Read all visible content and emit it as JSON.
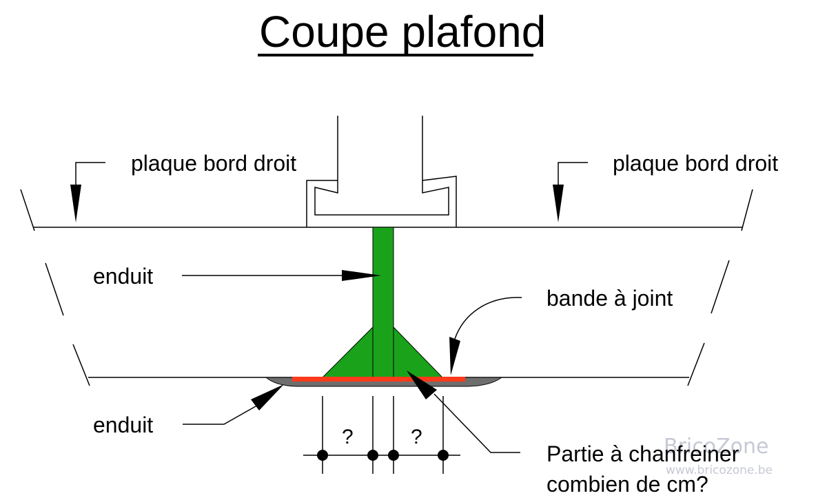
{
  "title": "Coupe plafond",
  "labels": {
    "plaque_left": "plaque bord droit",
    "plaque_right": "plaque bord droit",
    "enduit_top": "enduit",
    "bande": "bande à joint",
    "enduit_bottom": "enduit",
    "partie_line1": "Partie à chanfreiner",
    "partie_line2": "combien de cm?",
    "question_left": "?",
    "question_right": "?"
  },
  "watermark": {
    "brand": "BricoZone",
    "url": "www.bricozone.be"
  },
  "colors": {
    "joint_fill": "#1aa31a",
    "bande": "#ff3a1a",
    "enduit": "#6e6e6e",
    "watermark": "#c6c9d4"
  }
}
